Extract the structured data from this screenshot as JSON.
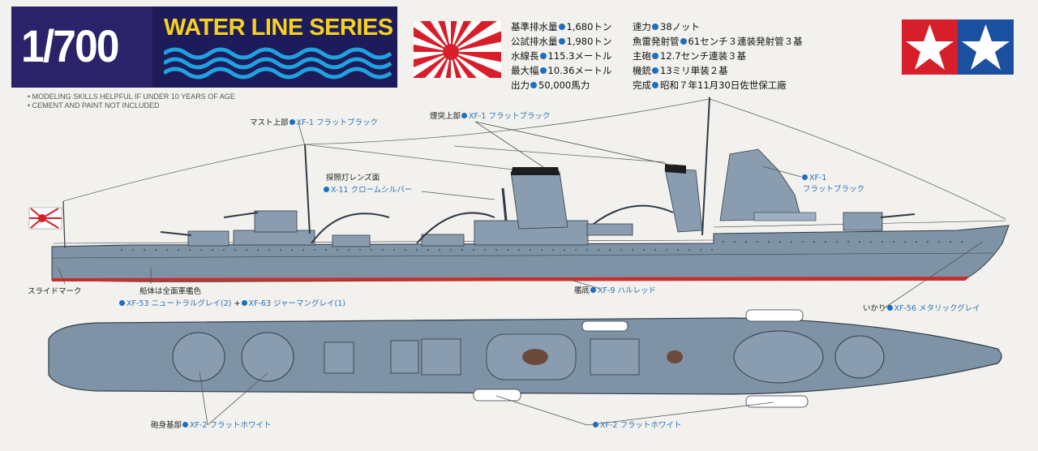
{
  "header": {
    "scale": "1/700",
    "series": "WATER LINE SERIES"
  },
  "notes": [
    "• MODELING SKILLS HELPFUL IF UNDER 10 YEARS OF AGE",
    "• CEMENT AND PAINT NOT INCLUDED"
  ],
  "specs_left": [
    {
      "label": "基準排水量",
      "value": "1,680トン"
    },
    {
      "label": "公試排水量",
      "value": "1,980トン"
    },
    {
      "label": "水線長",
      "value": "115.3メートル"
    },
    {
      "label": "最大幅",
      "value": "10.36メートル"
    },
    {
      "label": "出力",
      "value": "50,000馬力"
    }
  ],
  "specs_right": [
    {
      "label": "速力",
      "value": "38ノット"
    },
    {
      "label": "魚雷発射管",
      "value": "61センチ３連装発射管３基"
    },
    {
      "label": "主砲",
      "value": "12.7センチ連装３基"
    },
    {
      "label": "機銃",
      "value": "13ミリ単装２基"
    },
    {
      "label": "完成",
      "value": "昭和７年11月30日佐世保工廠"
    }
  ],
  "labels": {
    "mast": {
      "part": "マスト上部",
      "code": "XF-1",
      "name": "フラットブラック"
    },
    "funnel": {
      "part": "煙突上部",
      "code": "XF-1",
      "name": "フラットブラック"
    },
    "searchlight_part": "探照灯レンズ面",
    "searchlight": {
      "code": "X-11",
      "name": "クロームシルバー"
    },
    "bridge_code": "XF-1",
    "bridge_name": "フラットブラック",
    "slide_mark": "スライドマーク",
    "hull_part": "船体は全面軍艦色",
    "hull_mix": {
      "code1": "XF-53",
      "name1": "ニュートラルグレイ(2)",
      "plus": "+",
      "code2": "XF-63",
      "name2": "ジャーマングレイ(1)"
    },
    "bottom": {
      "part": "艦底",
      "code": "XF-9",
      "name": "ハルレッド"
    },
    "anchor": {
      "part": "いかり",
      "code": "XF-56",
      "name": "メタリックグレイ"
    },
    "gun_base": {
      "part": "砲身基部",
      "code": "XF-2",
      "name": "フラットホワイト"
    },
    "boats": {
      "code": "XF-2",
      "name": "フラットホワイト"
    }
  },
  "colors": {
    "header_bg": "#2a2369",
    "series_text": "#f7d21d",
    "hull": "#7f93a6",
    "hull_red": "#c6302c",
    "dot_blue": "#1b6fc0",
    "tamiya_red": "#d61f2b",
    "tamiya_blue": "#1b4fa0"
  }
}
